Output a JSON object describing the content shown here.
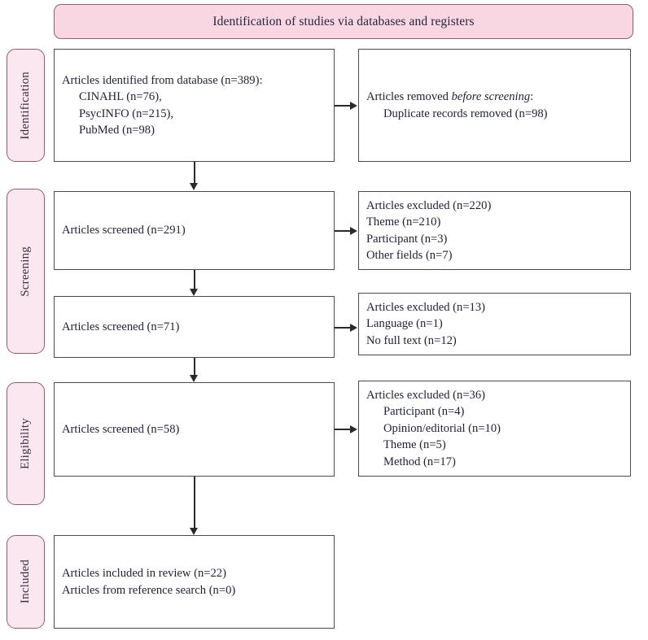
{
  "banner": {
    "title": "Identification of studies via databases and registers"
  },
  "stages": [
    {
      "label": "Identification"
    },
    {
      "label": "Screening"
    },
    {
      "label": "Eligibility"
    },
    {
      "label": "Included"
    }
  ],
  "left_boxes": [
    {
      "name": "identified-records-box",
      "lines": [
        "Articles identified from database (n=389):",
        "CINAHL (n=76),",
        "PsycINFO (n=215),",
        "PubMed (n=98)"
      ]
    },
    {
      "name": "screened-291-box",
      "lines": [
        "Articles screened (n=291)"
      ]
    },
    {
      "name": "screened-71-box",
      "lines": [
        "Articles screened (n=71)"
      ]
    },
    {
      "name": "screened-58-box",
      "lines": [
        "Articles screened (n=58)"
      ]
    },
    {
      "name": "included-box",
      "lines": [
        "Articles included in review (n=22)",
        "Articles from reference search (n=0)"
      ]
    }
  ],
  "right_boxes": [
    {
      "name": "records-removed-box",
      "lines": [
        "Articles removed before screening:",
        "Duplicate records removed (n=98)"
      ],
      "line0_prefix": "Articles removed ",
      "line0_italic": "before screening",
      "line0_suffix": ":"
    },
    {
      "name": "excluded-220-box",
      "lines": [
        "Articles excluded (n=220)",
        "Theme (n=210)",
        "Participant (n=3)",
        "Other fields (n=7)"
      ]
    },
    {
      "name": "excluded-13-box",
      "lines": [
        "Articles excluded (n=13)",
        "Language (n=1)",
        "No full text (n=12)"
      ]
    },
    {
      "name": "excluded-36-box",
      "lines": [
        "Articles excluded (n=36)",
        "Participant (n=4)",
        "Opinion/editorial (n=10)",
        "Theme (n=5)",
        "Method (n=17)"
      ]
    }
  ],
  "colors": {
    "banner_fill": "#f9d7e2",
    "stage_fill": "#fbe7ef",
    "banner_border": "#8a6070",
    "box_border": "#4a4a4a",
    "text": "#1f2035",
    "connector": "#2a2a2a",
    "background": "#ffffff"
  }
}
